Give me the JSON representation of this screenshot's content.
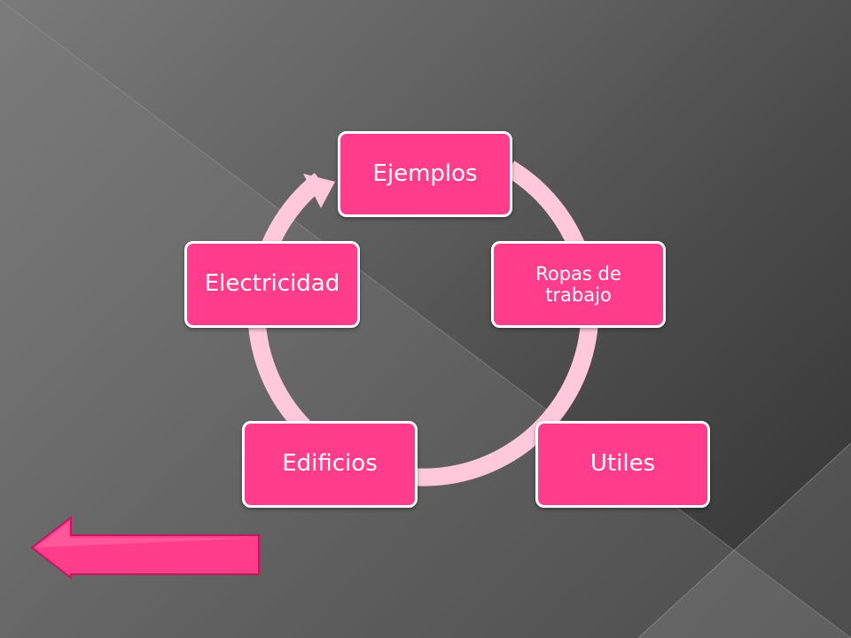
{
  "diagram": {
    "type": "cycle",
    "nodes": [
      {
        "label": "Ejemplos"
      },
      {
        "label": "Ropas de trabajo"
      },
      {
        "label": "Utiles"
      },
      {
        "label": "Edificios"
      },
      {
        "label": "Electricidad"
      }
    ],
    "colors": {
      "node_fill": "#ff3d8b",
      "node_border": "#ffffff",
      "cycle_ring": "#ffc9db"
    }
  },
  "navigation": {
    "back_button_icon": "left-arrow-icon",
    "back_button_color": "#ff3d8b"
  }
}
